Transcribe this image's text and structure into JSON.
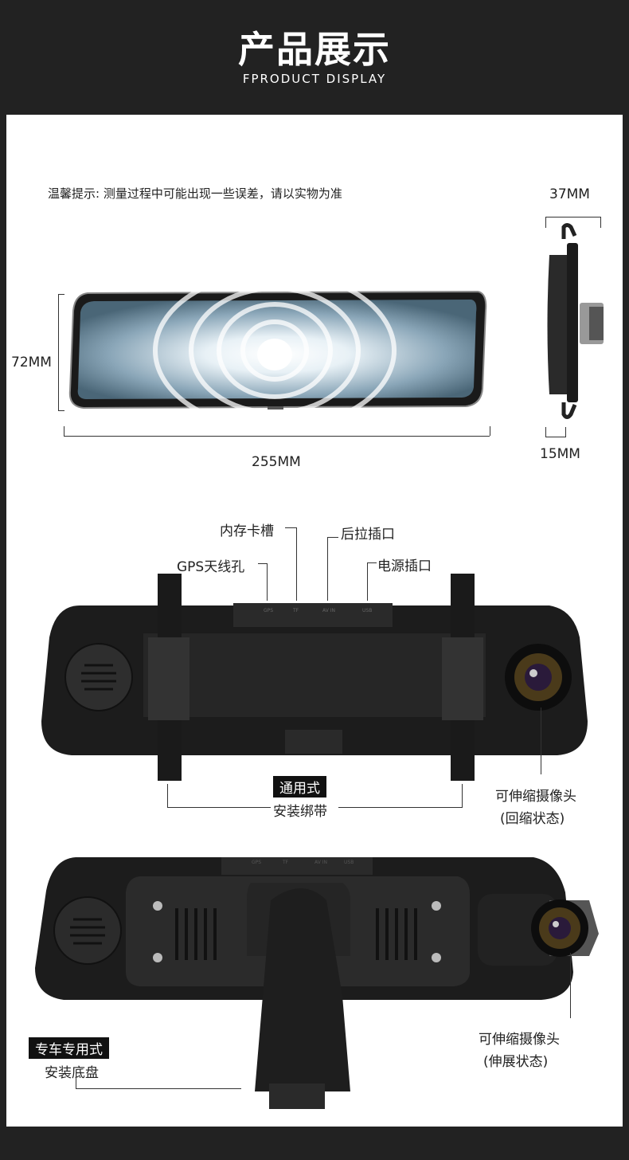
{
  "header": {
    "title": "产品展示",
    "subtitle": "FPRODUCT DISPLAY"
  },
  "notice": "温馨提示: 测量过程中可能出现一些误差，请以实物为准",
  "dimensions": {
    "height": "72MM",
    "width": "255MM",
    "depth_top": "37MM",
    "depth_bottom": "15MM"
  },
  "rear_view": {
    "labels": {
      "memory_slot": "内存卡槽",
      "rear_port": "后拉插口",
      "gps_hole": "GPS天线孔",
      "power_port": "电源插口",
      "strap_tag": "通用式",
      "strap": "安装绑带",
      "camera_line1": "可伸缩摄像头",
      "camera_line2": "(回缩状态)"
    },
    "port_marks": [
      "GPS",
      "TF",
      "AV IN",
      "USB"
    ]
  },
  "mount_view": {
    "labels": {
      "base_tag": "专车专用式",
      "base": "安装底盘",
      "camera_line1": "可伸缩摄像头",
      "camera_line2": "(伸展状态)"
    },
    "port_marks": [
      "GPS",
      "TF",
      "AV IN",
      "USB"
    ]
  },
  "colors": {
    "header_bg": "#222222",
    "panel_bg": "#ffffff",
    "device_body": "#1c1c1c",
    "label_text": "#222222"
  }
}
